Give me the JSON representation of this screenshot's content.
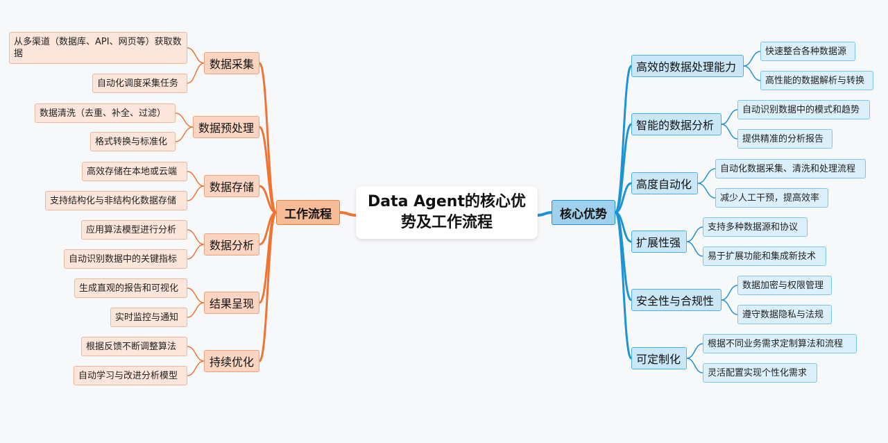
{
  "title": "Data Agent的核心优势及工作流程",
  "colors": {
    "left_branch": "#ef7432",
    "right_branch": "#1e93d4",
    "background": "#f7f8fa"
  },
  "left": {
    "label": "工作流程",
    "items": [
      {
        "label": "数据采集",
        "children": [
          "从多渠道（数据库、API、网页等）获取数据",
          "自动化调度采集任务"
        ]
      },
      {
        "label": "数据预处理",
        "children": [
          "数据清洗（去重、补全、过滤）",
          "格式转换与标准化"
        ]
      },
      {
        "label": "数据存储",
        "children": [
          "高效存储在本地或云端",
          "支持结构化与非结构化数据存储"
        ]
      },
      {
        "label": "数据分析",
        "children": [
          "应用算法模型进行分析",
          "自动识别数据中的关键指标"
        ]
      },
      {
        "label": "结果呈现",
        "children": [
          "生成直观的报告和可视化",
          "实时监控与通知"
        ]
      },
      {
        "label": "持续优化",
        "children": [
          "根据反馈不断调整算法",
          "自动学习与改进分析模型"
        ]
      }
    ]
  },
  "right": {
    "label": "核心优势",
    "items": [
      {
        "label": "高效的数据处理能力",
        "children": [
          "快速整合各种数据源",
          "高性能的数据解析与转换"
        ]
      },
      {
        "label": "智能的数据分析",
        "children": [
          "自动识别数据中的模式和趋势",
          "提供精准的分析报告"
        ]
      },
      {
        "label": "高度自动化",
        "children": [
          "自动化数据采集、清洗和处理流程",
          "减少人工干预，提高效率"
        ]
      },
      {
        "label": "扩展性强",
        "children": [
          "支持多种数据源和协议",
          "易于扩展功能和集成新技术"
        ]
      },
      {
        "label": "安全性与合规性",
        "children": [
          "数据加密与权限管理",
          "遵守数据隐私与法规"
        ]
      },
      {
        "label": "可定制化",
        "children": [
          "根据不同业务需求定制算法和流程",
          "灵活配置实现个性化需求"
        ]
      }
    ]
  }
}
